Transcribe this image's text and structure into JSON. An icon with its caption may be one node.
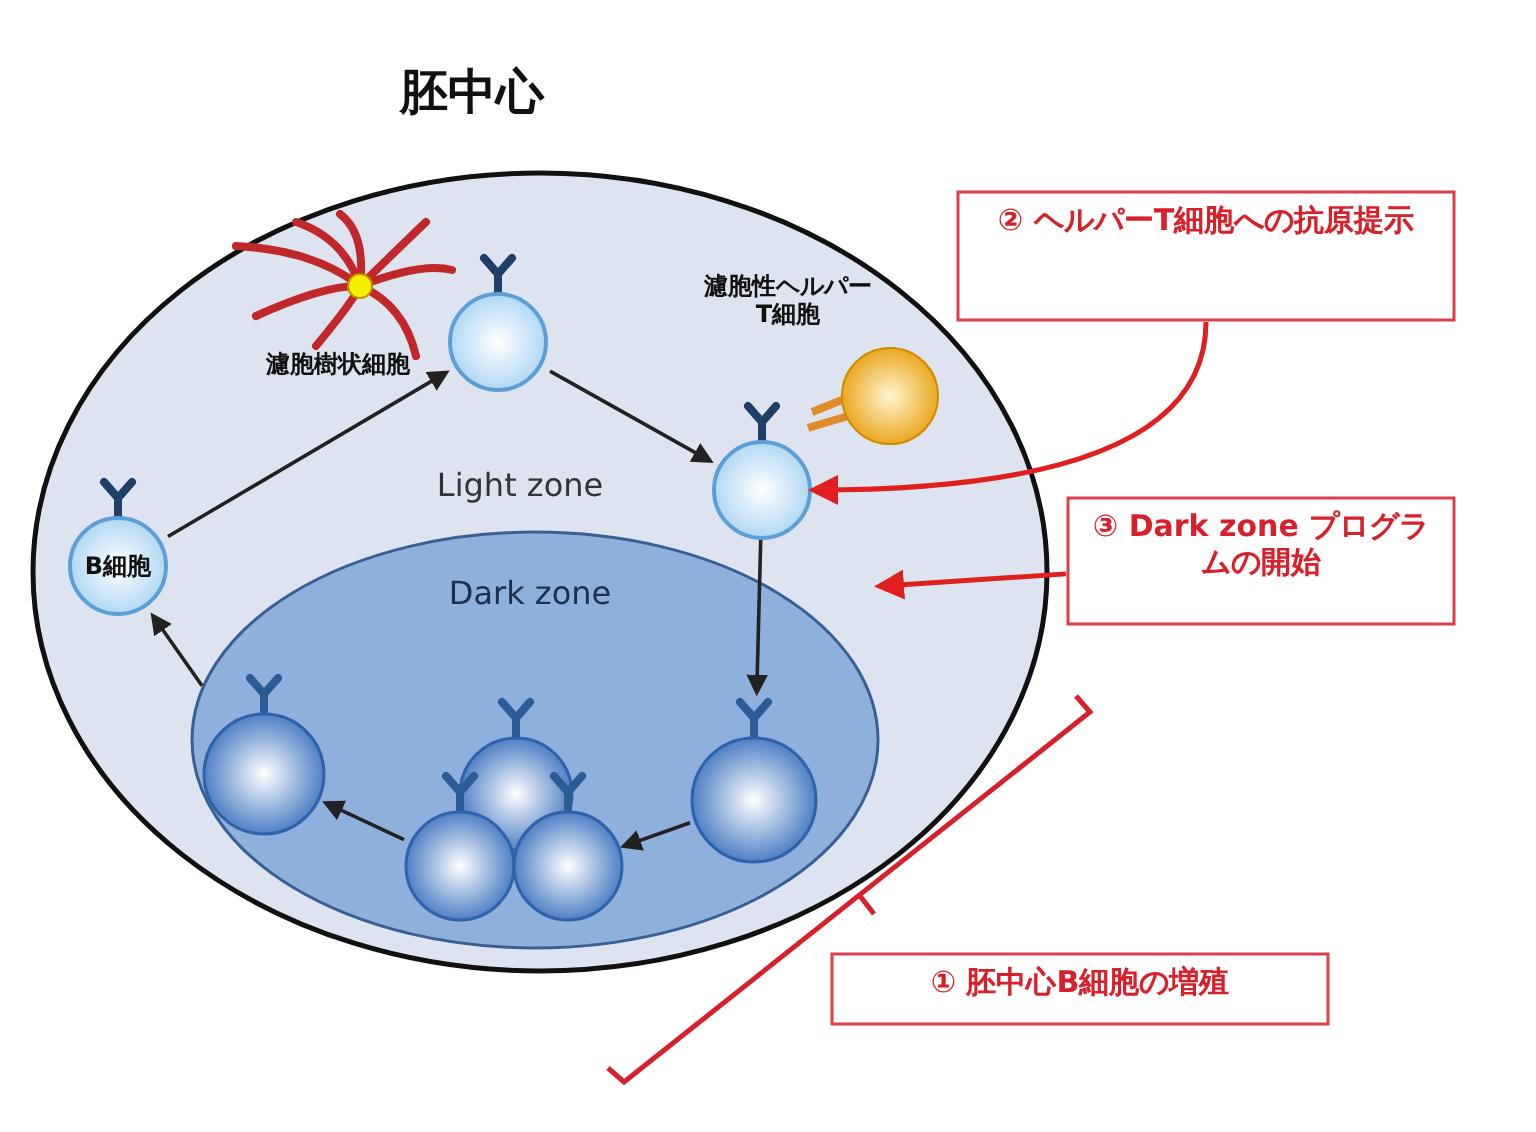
{
  "diagram": {
    "title": "胚中心",
    "nodes": [
      {
        "text": [
          "Light zone"
        ]
      },
      {
        "text": [
          "Dark zone"
        ],
        "in": 0
      },
      {
        "text": [
          "B細胞"
        ],
        "in": 0
      },
      {
        "text": [],
        "shape": "circle",
        "in": 0
      },
      {
        "text": [
          "濾胞樹状細胞"
        ],
        "in": 0
      },
      {
        "text": [],
        "shape": "circle",
        "in": 0
      },
      {
        "text": [
          "濾胞性ヘルパーT細胞"
        ],
        "in": 0
      },
      {
        "text": [],
        "shape": "circle",
        "in": 1
      },
      {
        "text": [],
        "shape": "circle",
        "in": 1
      },
      {
        "text": [],
        "shape": "circle",
        "in": 1
      },
      {
        "text": [],
        "shape": "circle",
        "in": 1
      },
      {
        "text": [],
        "shape": "circle",
        "in": 1
      },
      {
        "text": [
          "② ヘルパーT細胞への抗原提示"
        ]
      },
      {
        "text": [
          "③ Dark zone プログラムの開始"
        ]
      },
      {
        "text": [
          "① 胚中心B細胞の増殖"
        ]
      }
    ],
    "edges": [
      {
        "from": 2,
        "to": 3,
        "arrow": "to"
      },
      {
        "from": 3,
        "to": 5,
        "arrow": "to"
      },
      {
        "from": 5,
        "to": 11,
        "arrow": "to"
      },
      {
        "from": 11,
        "to": 10,
        "arrow": "to"
      },
      {
        "from": 9,
        "to": 7,
        "arrow": "to"
      },
      {
        "from": 7,
        "to": 2,
        "arrow": "to"
      },
      {
        "from": 12,
        "to": 5,
        "arrow": "to",
        "color": "#e0201e"
      },
      {
        "from": 13,
        "to": 1,
        "arrow": "to",
        "color": "#e0201e"
      }
    ]
  }
}
